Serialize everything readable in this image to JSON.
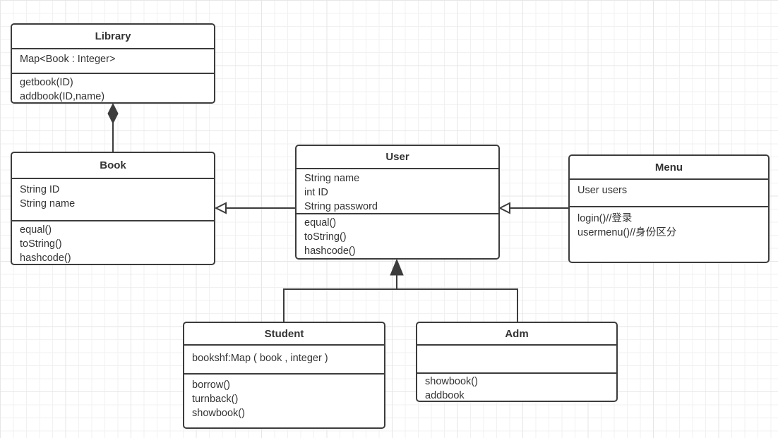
{
  "diagram": {
    "kind": "uml-class-diagram",
    "colors": {
      "background": "#ffffff",
      "grid_minor": "#f1f1f1",
      "grid_major": "#e6e6e6",
      "stroke": "#3c3c3c",
      "text": "#333333",
      "box_fill": "#ffffff"
    }
  },
  "classes": {
    "library": {
      "title": "Library",
      "attrs": [
        "Map<Book : Integer>"
      ],
      "methods": [
        "getbook(ID)",
        "addbook(ID,name)"
      ]
    },
    "book": {
      "title": "Book",
      "attrs": [
        "String ID",
        "String name"
      ],
      "methods": [
        "equal()",
        "toString()",
        "hashcode()"
      ]
    },
    "user": {
      "title": "User",
      "attrs": [
        "String name",
        "int ID",
        "String password"
      ],
      "methods": [
        "equal()",
        "toString()",
        "hashcode()"
      ]
    },
    "menu": {
      "title": "Menu",
      "attrs": [
        "User users"
      ],
      "methods": [
        "login()//登录",
        "usermenu()//身份区分"
      ]
    },
    "student": {
      "title": "Student",
      "attrs": [
        "bookshf:Map ( book , integer )"
      ],
      "methods": [
        "borrow()",
        "turnback()",
        "showbook()"
      ]
    },
    "adm": {
      "title": "Adm",
      "attrs": [],
      "methods": [
        "showbook()",
        "addbook"
      ]
    }
  },
  "connectors": [
    {
      "from": "Book",
      "to": "Library",
      "type": "composition",
      "head": "filled-diamond"
    },
    {
      "from": "User",
      "to": "Book",
      "type": "association",
      "head": "hollow-arrow"
    },
    {
      "from": "Menu",
      "to": "User",
      "type": "association",
      "head": "hollow-arrow"
    },
    {
      "from": "Student",
      "to": "User",
      "type": "generalization",
      "head": "filled-triangle"
    },
    {
      "from": "Adm",
      "to": "User",
      "type": "generalization",
      "head": "filled-triangle"
    }
  ]
}
